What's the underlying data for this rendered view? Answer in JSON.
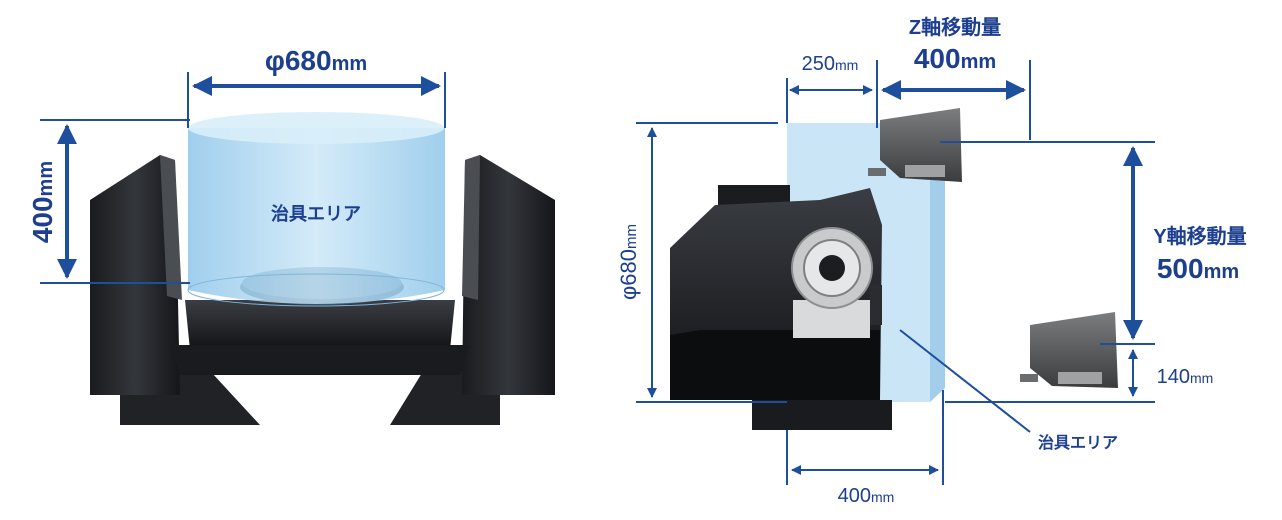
{
  "left_view": {
    "diameter_label": "φ680",
    "diameter_unit": "mm",
    "height_label": "400",
    "height_unit": "mm",
    "jig_area_label": "治具エリア"
  },
  "right_view": {
    "z_travel_title": "Z軸移動量",
    "z_travel_value": "400",
    "z_travel_unit": "mm",
    "offset_top_value": "250",
    "offset_top_unit": "mm",
    "diameter_label": "φ680",
    "diameter_unit": "mm",
    "y_travel_title": "Y軸移動量",
    "y_travel_value": "500",
    "y_travel_unit": "mm",
    "offset_bottom_value": "140",
    "offset_bottom_unit": "mm",
    "width_bottom_value": "400",
    "width_bottom_unit": "mm",
    "jig_area_label": "治具エリア"
  },
  "colors": {
    "dimension_blue": "#1d3f8f",
    "jig_area_fill": "#bfe0f5",
    "machine_dark": "#2a2c30"
  }
}
